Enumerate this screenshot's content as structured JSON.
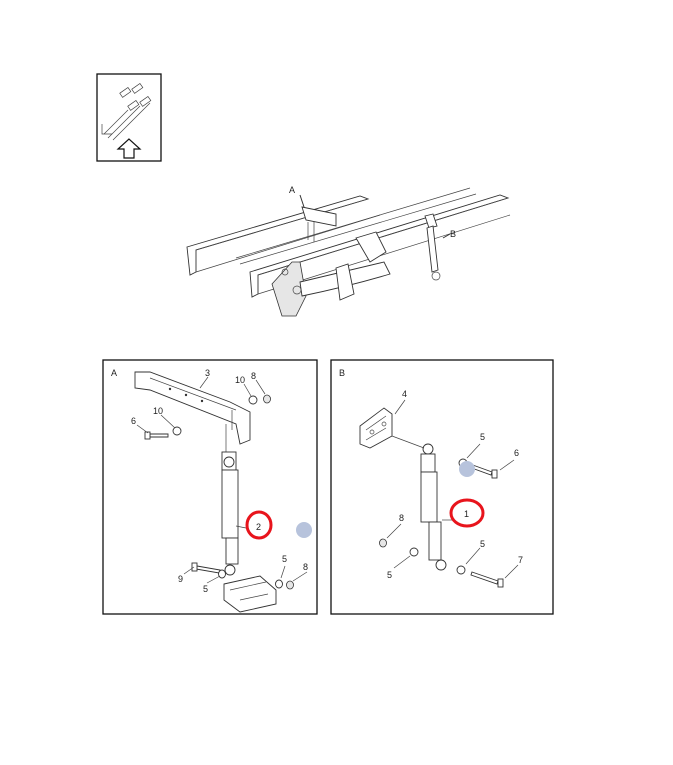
{
  "overview": {
    "callout_a": "A",
    "callout_b": "B"
  },
  "detail_a": {
    "corner_label": "A",
    "labels": {
      "bracket": "3",
      "washer_top": "10",
      "nut_top": "8",
      "washer_mid": "10",
      "bolt_top": "6",
      "shock": "2",
      "bolt_bottom": "9",
      "washer_bottom": "5",
      "washer_right": "5",
      "nut_bottom": "8"
    }
  },
  "detail_b": {
    "corner_label": "B",
    "labels": {
      "bracket": "4",
      "washer_top": "5",
      "bolt_top": "6",
      "shock": "1",
      "nut_left": "8",
      "washer_left": "5",
      "washer_bottom": "5",
      "bolt_bottom": "7"
    }
  },
  "colors": {
    "highlight": "#e8141c",
    "marker": "#b7c3dc"
  }
}
